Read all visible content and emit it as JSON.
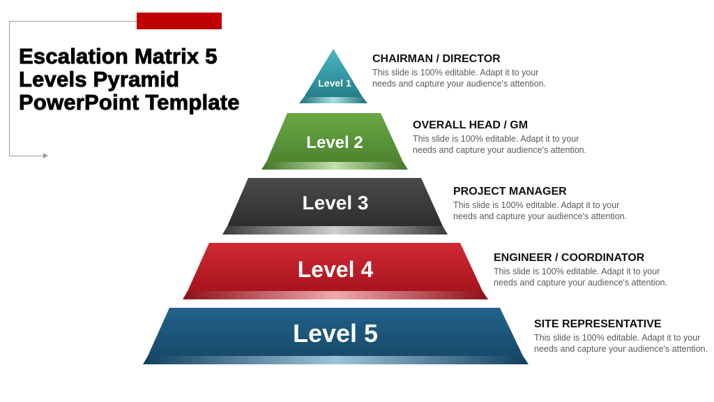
{
  "title": "Escalation Matrix 5 Levels Pyramid PowerPoint Template",
  "colors": {
    "accent": "#c00000",
    "level1": "#3aa3ad",
    "level2": "#5f9a3a",
    "level3": "#3f3f3f",
    "level4": "#c0202a",
    "level5": "#1f5a80"
  },
  "levels": [
    {
      "label": "Level 1",
      "heading": "CHAIRMAN / DIRECTOR",
      "body": "This slide is 100% editable. Adapt it to your needs and capture your audience's attention."
    },
    {
      "label": "Level 2",
      "heading": "OVERALL HEAD / GM",
      "body": "This slide is 100% editable. Adapt it to your needs and capture your audience's attention."
    },
    {
      "label": "Level 3",
      "heading": "PROJECT MANAGER",
      "body": "This slide is 100% editable. Adapt it to your needs and capture your audience's attention."
    },
    {
      "label": "Level 4",
      "heading": "ENGINEER / COORDINATOR",
      "body": "This slide is 100% editable. Adapt it to your needs and capture your audience's attention."
    },
    {
      "label": "Level 5",
      "heading": "SITE REPRESENTATIVE",
      "body": "This slide is 100% editable. Adapt it to your needs and capture your audience's attention."
    }
  ]
}
